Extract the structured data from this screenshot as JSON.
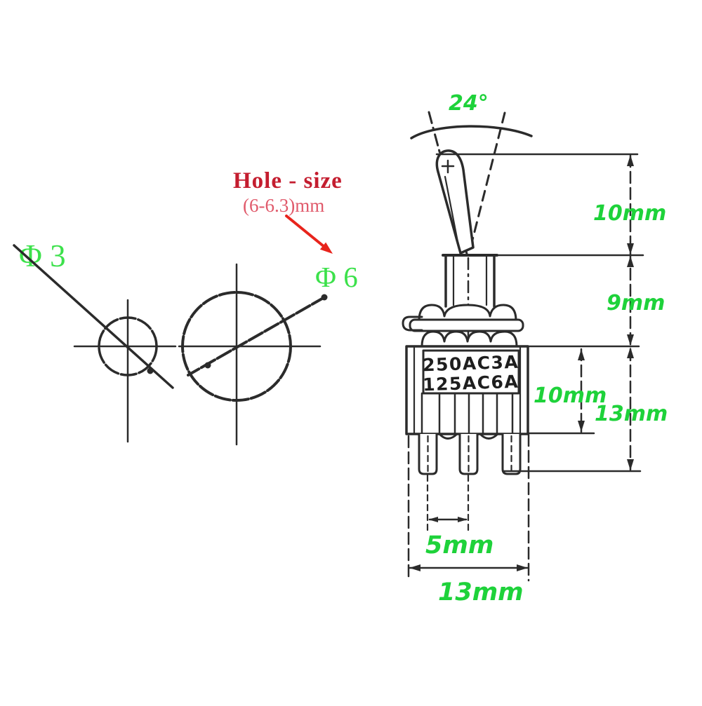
{
  "diagram": {
    "hole_note": {
      "title": "Hole - size",
      "range": "(6-6.3)mm"
    },
    "hole_labels": {
      "small": "Φ 3",
      "large": "Φ 6"
    },
    "switch_marking": {
      "rating_line1": "250AC3A",
      "rating_line2": "125AC6A"
    },
    "dimensions": {
      "throw_angle": "24°",
      "lever_length": "10mm",
      "bushing_height": "9mm",
      "body_height": "10mm",
      "total_height": "13mm",
      "pin_pitch": "5mm",
      "body_width": "13mm"
    },
    "colors": {
      "dimension_green": "#1ed23a",
      "phi_green": "#3ce14b",
      "note_red_dark": "#c41d2f",
      "note_red_light": "#e05a6b",
      "arrow_red": "#e8241c",
      "line_dark": "#2b2b2b"
    }
  }
}
